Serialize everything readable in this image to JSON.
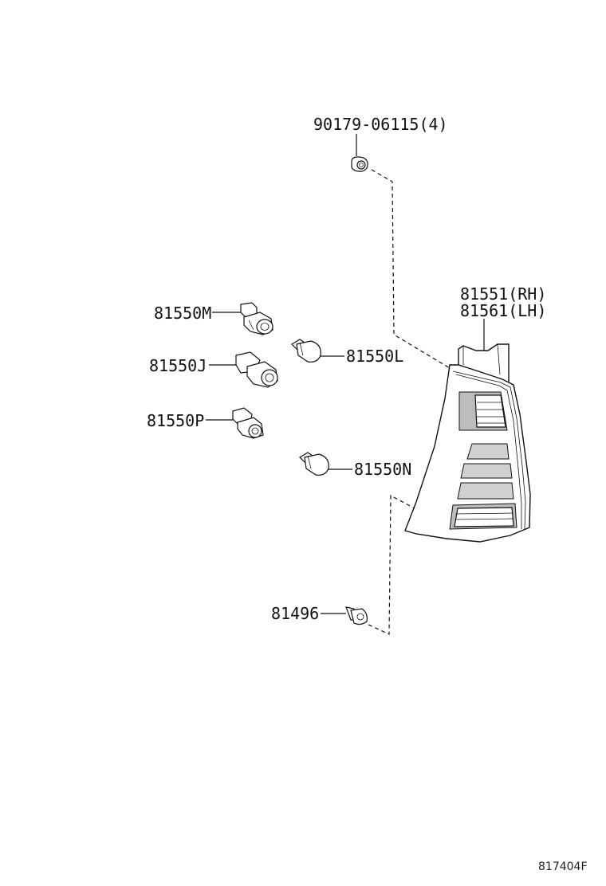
{
  "labels": {
    "clip": "90179-06115(4)",
    "lamp_rh": "81551(RH)",
    "lamp_lh": "81561(LH)",
    "socket_m": "81550M",
    "socket_j": "81550J",
    "socket_p": "81550P",
    "bulb_l": "81550L",
    "bulb_n": "81550N",
    "screw": "81496"
  },
  "diagram_code": "817404F"
}
